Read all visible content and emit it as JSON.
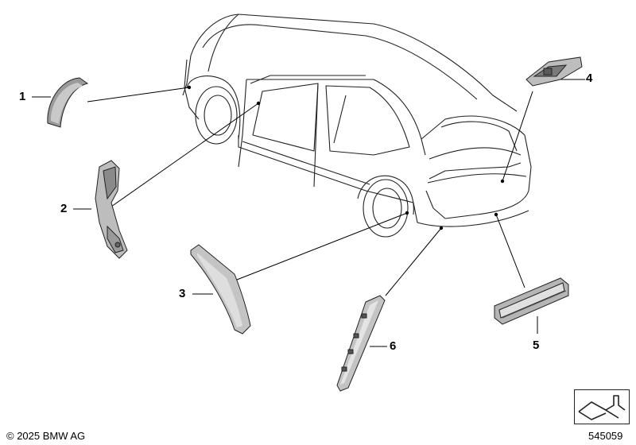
{
  "callouts": [
    {
      "id": "1",
      "label": "1"
    },
    {
      "id": "2",
      "label": "2"
    },
    {
      "id": "3",
      "label": "3"
    },
    {
      "id": "4",
      "label": "4"
    },
    {
      "id": "5",
      "label": "5"
    },
    {
      "id": "6",
      "label": "6"
    }
  ],
  "footer": {
    "copyright": "© 2025 BMW AG",
    "diagram_number": "545059"
  },
  "colors": {
    "line": "#222222",
    "part_fill": "#b8b8b8",
    "part_dark": "#7a7a7a"
  },
  "icons": {
    "navigation": "bmw-etk-navigation-icon"
  }
}
